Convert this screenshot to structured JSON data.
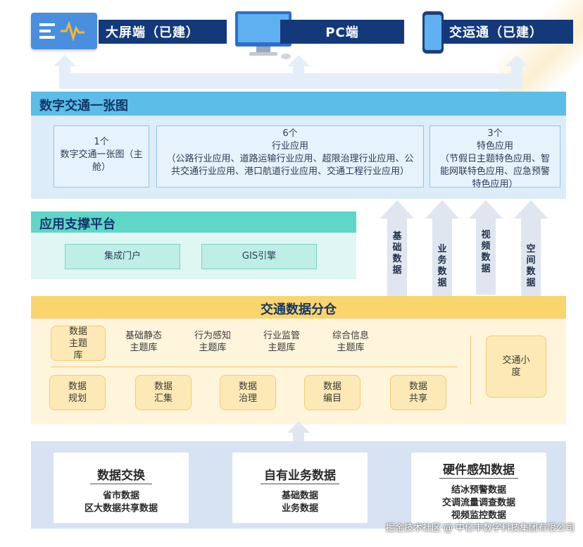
{
  "top": {
    "big_screen_label": "大屏端（已建）",
    "pc_label": "PC端",
    "mobile_label": "交运通（已建）"
  },
  "map": {
    "title": "数字交通一张图",
    "col1": {
      "count": "1个",
      "text": "数字交通一张图（主舱）"
    },
    "col2": {
      "count": "6个",
      "title": "行业应用",
      "text": "（公路行业应用、道路运输行业应用、超限治理行业应用、公共交通行业应用、港口航道行业应用、交通工程行业应用）"
    },
    "col3": {
      "count": "3个",
      "title": "特色应用",
      "text": "（节假日主题特色应用、智能网联特色应用、应急预警特色应用）"
    }
  },
  "support": {
    "title": "应用支撑平台",
    "items": [
      "集成门户",
      "GIS引擎"
    ]
  },
  "arrows": {
    "labels": [
      "基础数据",
      "业务数据",
      "视频数据",
      "空间数据"
    ]
  },
  "warehouse": {
    "title": "交通数据分仓",
    "row1": [
      "数据主题库",
      "基础静态主题库",
      "行为感知主题库",
      "行业监管主题库",
      "综合信息主题库"
    ],
    "row2": [
      "数据规划",
      "数据汇集",
      "数据治理",
      "数据编目",
      "数据共享"
    ],
    "side": "交通小度"
  },
  "sources": [
    {
      "title": "数据交换",
      "lines": [
        "省市数据",
        "区大数据共享数据"
      ]
    },
    {
      "title": "自有业务数据",
      "lines": [
        "基础数据",
        "业务数据"
      ]
    },
    {
      "title": "硬件感知数据",
      "lines": [
        "结冰预警数据",
        "交调流量调查数据",
        "视频监控数据"
      ]
    }
  ],
  "watermark": "掘金技术社区 @ 中亿丰数字科技集团有限公司",
  "colors": {
    "navy": "#14397a",
    "map_header": "#5bbde8",
    "map_body": "#dcedf9",
    "support_header": "#5fd6c8",
    "support_body": "#dff6f3",
    "warehouse_header": "#fad46c",
    "warehouse_body": "#fff4dc",
    "source_body": "#d7e3f2"
  }
}
